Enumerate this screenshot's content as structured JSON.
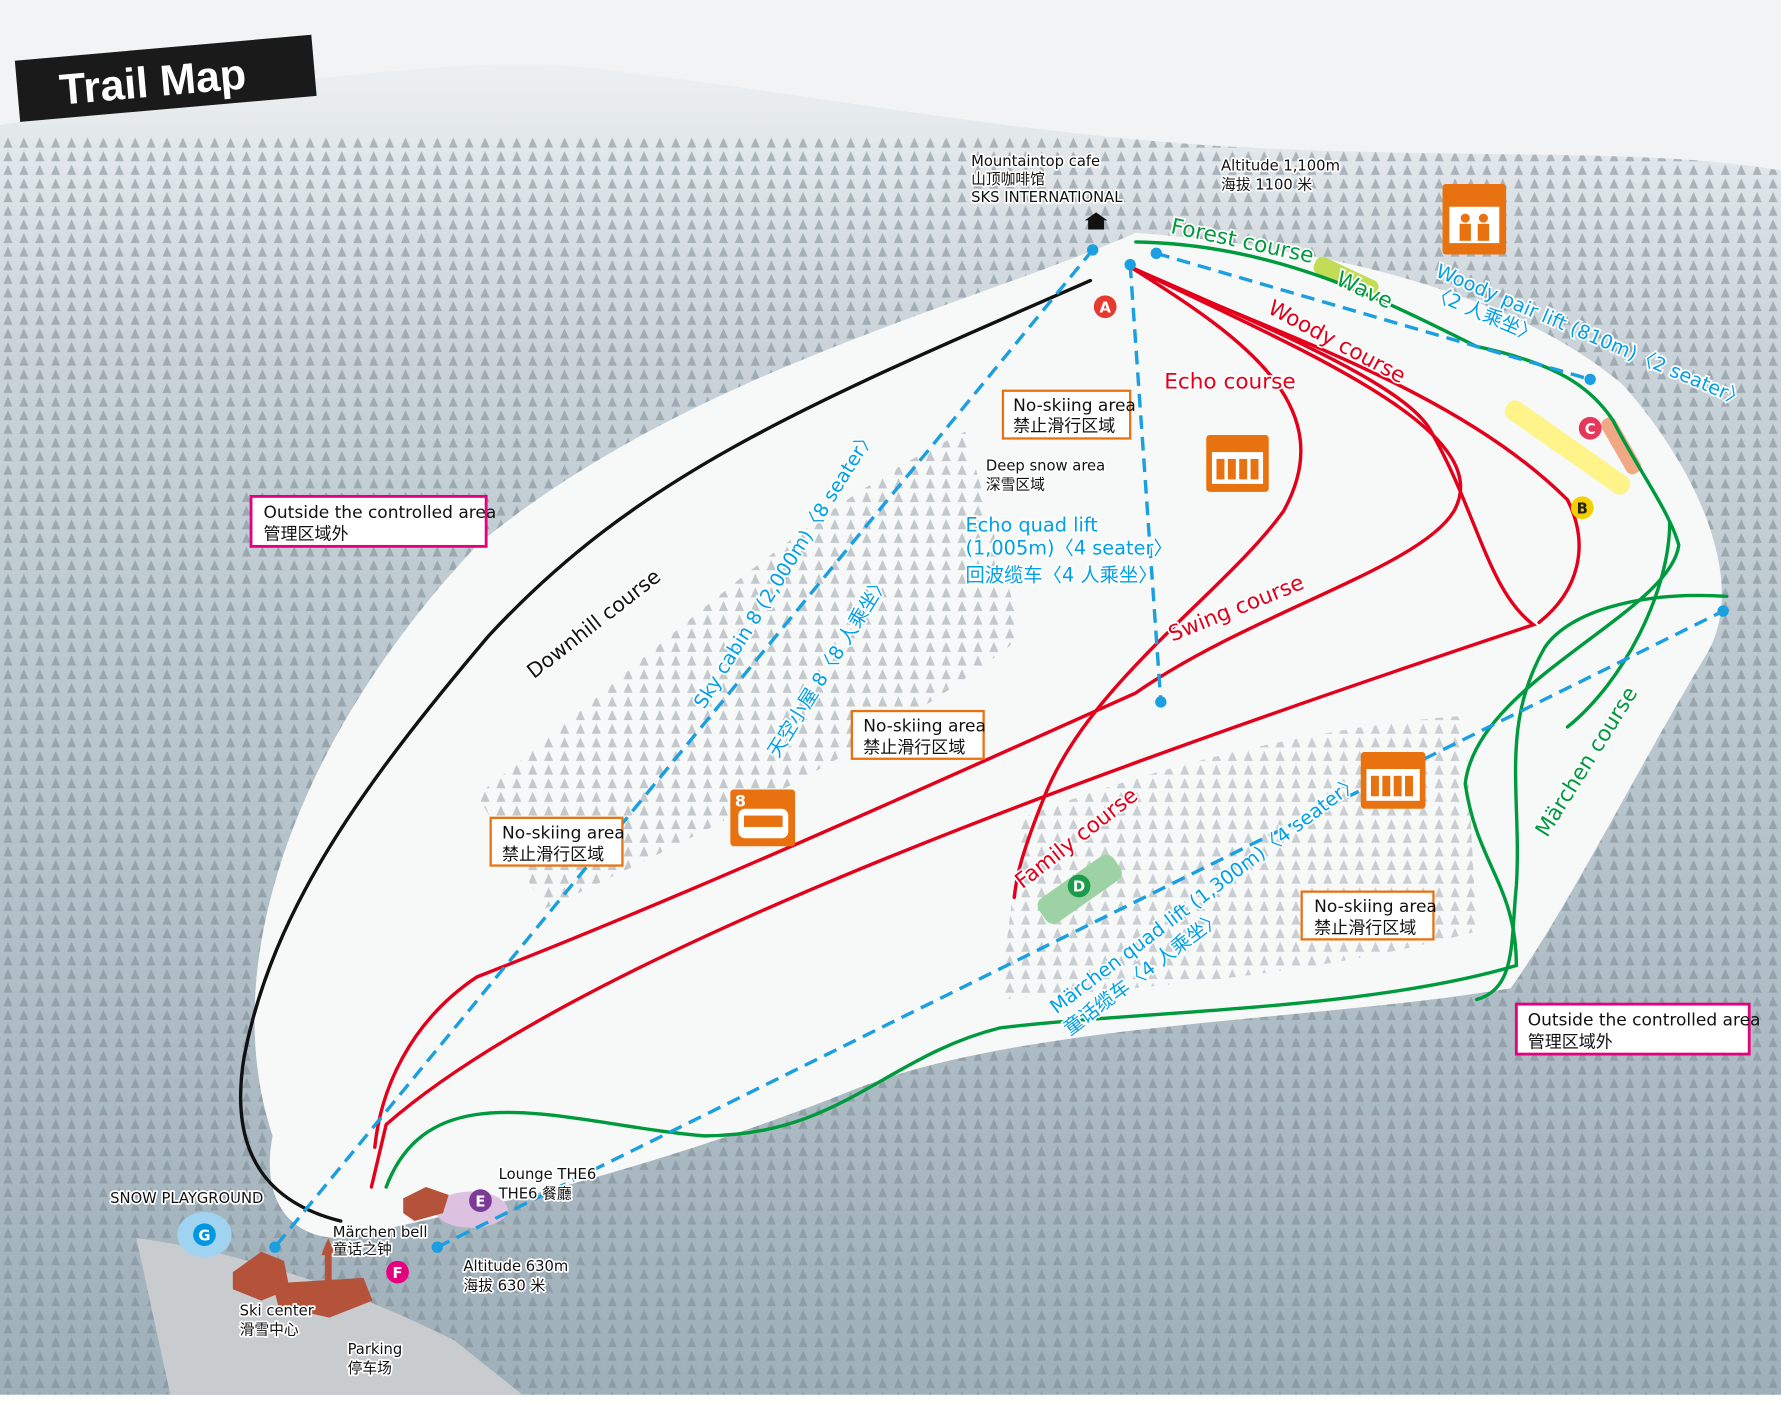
{
  "title": "Trail Map",
  "summit": {
    "cafe_en": "Mountaintop cafe",
    "cafe_cn": "山顶咖啡馆",
    "cafe_brand": "SKS INTERNATIONAL",
    "alt_en": "Altitude 1,100m",
    "alt_cn": "海拔 1100 米"
  },
  "base": {
    "alt_en": "Altitude 630m",
    "alt_cn": "海拔 630 米",
    "lounge_en": "Lounge THE6",
    "lounge_cn": "THE6 餐廳",
    "bell_en": "Märchen bell",
    "bell_cn": "童话之钟",
    "ski_center_en": "Ski center",
    "ski_center_cn": "滑雪中心",
    "parking_en": "Parking",
    "parking_cn": "停车场",
    "playground": "SNOW PLAYGROUND"
  },
  "courses": {
    "forest": "Forest course",
    "wave": "Wave",
    "woody": "Woody course",
    "echo": "Echo course",
    "swing": "Swing course",
    "family": "Family course",
    "downhill": "Downhill course",
    "marchen": "Märchen course"
  },
  "lifts": {
    "sky_en": "Sky cabin 8 (2,000m)〈8 seater〉",
    "sky_cn": "天空小屋 8〈8 人乘坐〉",
    "echo_en": "Echo quad lift",
    "echo_len": "(1,005m)〈4 seater〉",
    "echo_cn": "回波缆车〈4 人乘坐〉",
    "woody_en": "Woody pair lift (810m)〈2 seater〉",
    "woody_cn": "〈2 人乘坐〉",
    "marchen_en": "Märchen quad lift (1,300m)〈4 seater〉",
    "marchen_cn": "童话缆车〈4 人乘坐〉",
    "cabin_number": "8"
  },
  "areas": {
    "no_ski_en": "No-skiing area",
    "no_ski_cn": "禁止滑行区域",
    "deep_en": "Deep snow area",
    "deep_cn": "深雪区域",
    "outside_en": "Outside the controlled area",
    "outside_cn": "管理区域外"
  },
  "markers": [
    "A",
    "B",
    "C",
    "D",
    "E",
    "F",
    "G"
  ],
  "colors": {
    "red": "#e3001b",
    "green": "#009a3e",
    "blue": "#00a0e9",
    "orange": "#e8720f",
    "magenta": "#e4007f"
  }
}
